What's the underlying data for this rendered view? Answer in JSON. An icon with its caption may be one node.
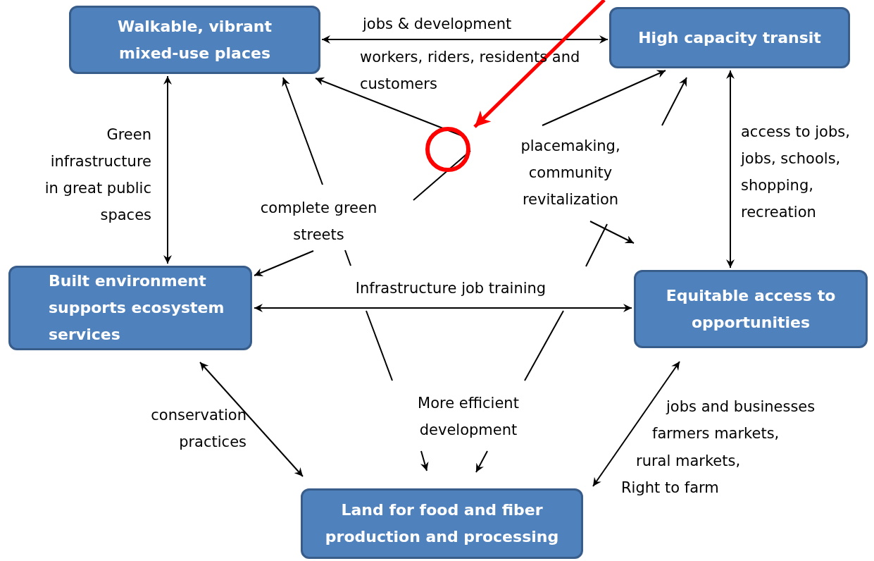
{
  "diagram": {
    "nodes": [
      {
        "text": [
          "Walkable, vibrant mixed-use places"
        ]
      },
      {
        "text": [
          "High capacity transit"
        ]
      },
      {
        "text": [
          "Built environment supports ecosystem services"
        ]
      },
      {
        "text": [
          "Equitable access to opportunities"
        ]
      },
      {
        "text": [
          "Land for food and fiber production and processing"
        ]
      },
      {
        "text": [
          "complete green streets"
        ]
      },
      {
        "text": [
          "placemaking, community revitalization"
        ]
      },
      {
        "text": [
          "More efficient development"
        ]
      },
      {
        "text": [
          "Infrastructure job training"
        ]
      }
    ],
    "edges": [
      {
        "from": 0,
        "to": 1,
        "arrow": "both",
        "label": "jobs & development"
      },
      {
        "from": 0,
        "to": 2,
        "arrow": "both"
      },
      {
        "from": 1,
        "to": 3,
        "arrow": "both"
      },
      {
        "from": 2,
        "to": 3,
        "arrow": "both"
      },
      {
        "from": 2,
        "to": 4,
        "arrow": "both"
      },
      {
        "from": 3,
        "to": 4,
        "arrow": "both"
      },
      {
        "from": 5,
        "to": 0,
        "arrow": "to"
      },
      {
        "from": 5,
        "to": 2,
        "arrow": "to"
      },
      {
        "from": 5,
        "to": 6,
        "arrow": "none"
      },
      {
        "from": 6,
        "to": 0,
        "arrow": "to"
      },
      {
        "from": 6,
        "to": 1,
        "arrow": "to"
      },
      {
        "from": 6,
        "to": 1,
        "arrow": "to"
      },
      {
        "from": 6,
        "to": 3,
        "arrow": "to"
      },
      {
        "from": 5,
        "to": 8,
        "arrow": "none"
      },
      {
        "from": 8,
        "to": 6,
        "arrow": "none"
      },
      {
        "from": 8,
        "to": 7,
        "arrow": "none"
      },
      {
        "from": 8,
        "to": 7,
        "arrow": "none"
      },
      {
        "from": 7,
        "to": 4,
        "arrow": "to"
      },
      {
        "from": 7,
        "to": 4,
        "arrow": "to"
      }
    ],
    "labels": [
      "workers, riders, residents and customers",
      "Green infrastructure in great public spaces",
      "access to jobs, jobs, schools, shopping, recreation",
      "conservation practices",
      "jobs and businesses",
      "farmers markets,",
      "rural markets,",
      "Right to farm"
    ]
  }
}
